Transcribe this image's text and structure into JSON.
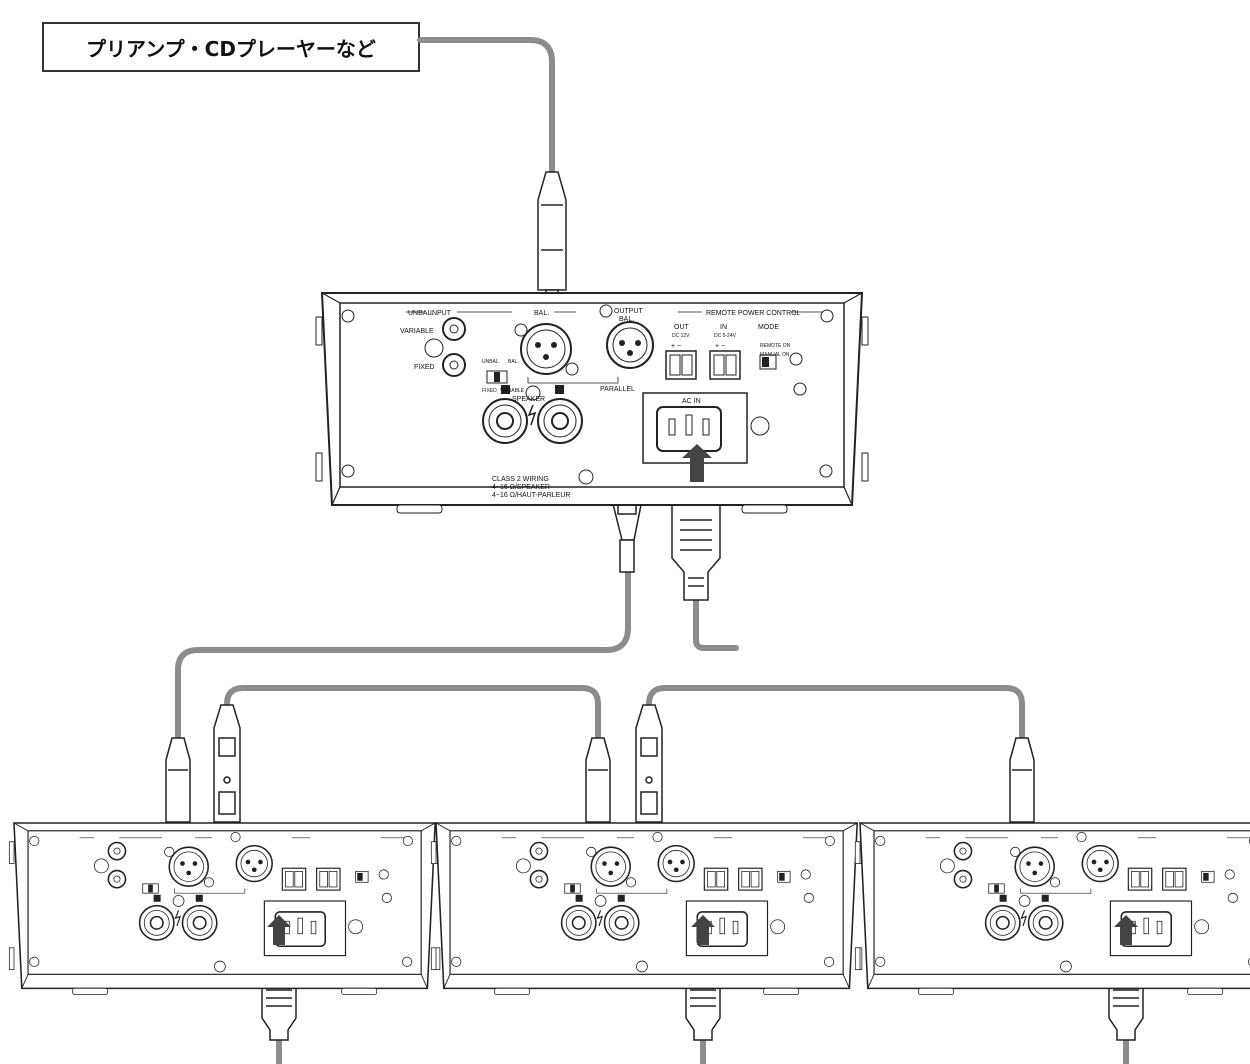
{
  "source": {
    "label": "プリアンプ・CDプレーヤーなど"
  },
  "amp_panel": {
    "input_group": "INPUT",
    "unbal": "UNBAL.",
    "bal": "BAL.",
    "variable": "VARIABLE",
    "fixed": "FIXED",
    "switch_unbal": "UNBAL.",
    "switch_bal": "BAL.",
    "switch_fixed": "FIXED",
    "switch_variable": "VARIABLE",
    "output": "OUTPUT",
    "output_bal": "BAL.",
    "parallel": "PARALLEL",
    "remote_group": "REMOTE POWER CONTROL",
    "out": "OUT",
    "out_spec": "DC 12V",
    "in": "IN",
    "in_spec": "DC 5-24V",
    "plus_minus": "+ −",
    "mode": "MODE",
    "remote_on": "REMOTE ON",
    "manual_on": "MANUAL ON",
    "speaker": "SPEAKER",
    "ac_in": "AC IN",
    "wiring_1": "CLASS 2 WIRING",
    "wiring_2": "4~16 Ω/SPEAKER",
    "wiring_3": "4~16 Ω/HAUT-PARLEUR"
  },
  "colors": {
    "cable": "#8c8c8c",
    "line": "#222222",
    "panel": "#ffffff"
  }
}
